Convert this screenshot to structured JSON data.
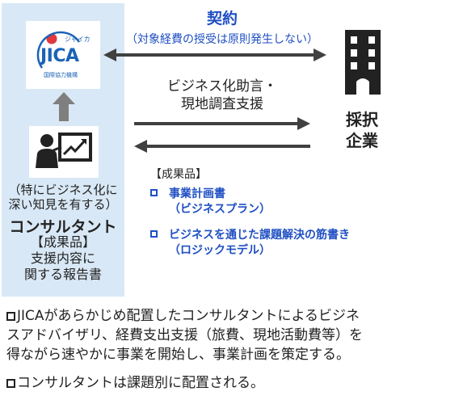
{
  "contract": {
    "title": "契約",
    "subtitle": "（対象経費の授受は原則発生しない）"
  },
  "support": {
    "line1": "ビジネス化助言・",
    "line2": "現地調査支援"
  },
  "company": {
    "line1": "採択",
    "line2": "企業"
  },
  "outputs": {
    "heading": "【成果品】",
    "items": [
      {
        "main": "事業計画書",
        "sub": "（ビジネスプラン）"
      },
      {
        "main": "ビジネスを通じた課題解決の筋書き",
        "sub": "（ロジックモデル）"
      }
    ]
  },
  "jica": {
    "logo_text": "JICA",
    "katakana": "ジャイカ",
    "org": "国際協力機構"
  },
  "consultant": {
    "note1": "（特にビジネス化に",
    "note2": "深い知見を有する）",
    "title": "コンサルタント",
    "output_heading": "【成果品】",
    "output1": "支援内容に",
    "output2": "関する報告書"
  },
  "bottom_notes": [
    {
      "line1": "JICAがあらかじめ配置したコンサルタントによるビジネ",
      "line2": "スアドバイザリ、経費支出支援（旅費、現地活動費等）を",
      "line3": "得ながら速やかに事業を開始し、事業計画を策定する。"
    },
    {
      "line1": "コンサルタントは課題別に配置される。"
    }
  ],
  "colors": {
    "accent": "#1f4fc3",
    "panel": "#d9e8f6",
    "arrow": "#404040",
    "logo_blue": "#1b63b5",
    "logo_red": "#e03a3e"
  },
  "icons": [
    "jica-logo",
    "building-icon",
    "presenter-chart-icon",
    "up-arrow-icon"
  ]
}
